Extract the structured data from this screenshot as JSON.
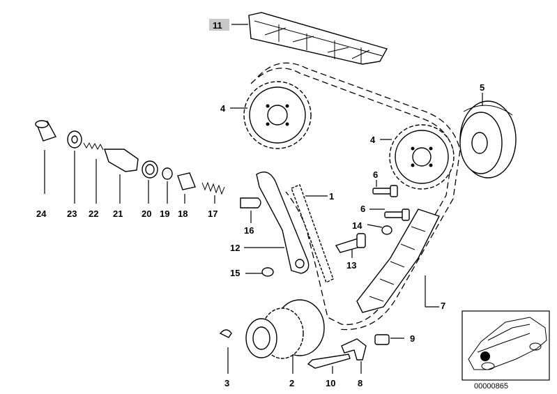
{
  "labels": {
    "p1": "1",
    "p2": "2",
    "p3": "3",
    "p4a": "4",
    "p4b": "4",
    "p5": "5",
    "p6a": "6",
    "p6b": "6",
    "p7": "7",
    "p8": "8",
    "p9": "9",
    "p10": "10",
    "p11": "11",
    "p12": "12",
    "p13": "13",
    "p14": "14",
    "p15": "15",
    "p16": "16",
    "p17": "17",
    "p18": "18",
    "p19": "19",
    "p20": "20",
    "p21": "21",
    "p22": "22",
    "p23": "23",
    "p24": "24"
  },
  "highlighted_label": "11",
  "inset": {
    "code": "00000865"
  }
}
